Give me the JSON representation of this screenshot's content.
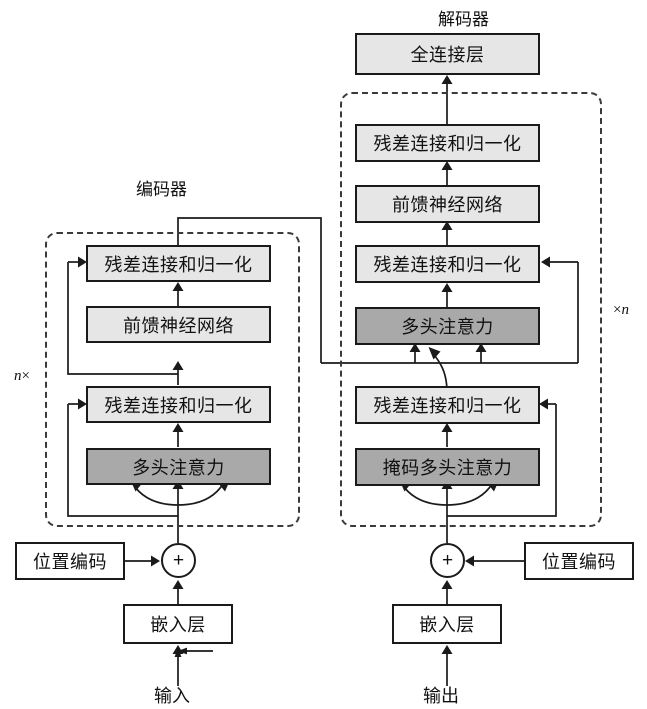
{
  "diagram": {
    "title_encoder": "编码器",
    "title_decoder": "解码器",
    "repeat_left": "n×",
    "repeat_right": "×n",
    "repeat_symbol": "n"
  },
  "encoder": {
    "group_label": "编码器",
    "repeat_label_prefix": "n",
    "repeat_label_suffix": "×",
    "blocks": [
      {
        "id": "enc-addnorm-top",
        "label": "残差连接和归一化",
        "style": "light"
      },
      {
        "id": "enc-ffn",
        "label": "前馈神经网络",
        "style": "light"
      },
      {
        "id": "enc-addnorm-bottom",
        "label": "残差连接和归一化",
        "style": "light"
      },
      {
        "id": "enc-mha",
        "label": "多头注意力",
        "style": "dark"
      }
    ],
    "positional_encoding": "位置编码",
    "embedding": "嵌入层",
    "io_label": "输入",
    "adder": "+"
  },
  "decoder": {
    "group_label": "解码器",
    "repeat_label_prefix": "×",
    "repeat_label_suffix": "n",
    "output_layer": "全连接层",
    "blocks": [
      {
        "id": "dec-addnorm-top",
        "label": "残差连接和归一化",
        "style": "light"
      },
      {
        "id": "dec-ffn",
        "label": "前馈神经网络",
        "style": "light"
      },
      {
        "id": "dec-addnorm-mid",
        "label": "残差连接和归一化",
        "style": "light"
      },
      {
        "id": "dec-cross-mha",
        "label": "多头注意力",
        "style": "dark"
      },
      {
        "id": "dec-addnorm-bottom",
        "label": "残差连接和归一化",
        "style": "light"
      },
      {
        "id": "dec-masked-mha",
        "label": "掩码多头注意力",
        "style": "dark"
      }
    ],
    "positional_encoding": "位置编码",
    "embedding": "嵌入层",
    "io_label": "输出",
    "adder": "+"
  },
  "colors": {
    "light_block": "#e6e6e6",
    "dark_block": "#a9a9a9",
    "plain_block": "#ffffff",
    "stroke": "#1a1a1a",
    "dashed_stroke": "#3a3a3a",
    "background": "#ffffff"
  }
}
